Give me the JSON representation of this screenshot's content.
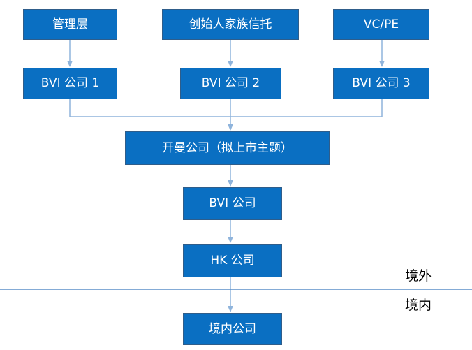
{
  "nodes": {
    "management": "管理层",
    "founder_trust": "创始人家族信托",
    "vc_pe": "VC/PE",
    "bvi_1": "BVI 公司 1",
    "bvi_2": "BVI 公司 2",
    "bvi_3": "BVI 公司 3",
    "cayman": "开曼公司（拟上市主题）",
    "bvi": "BVI 公司",
    "hk": "HK 公司",
    "domestic": "境内公司"
  },
  "zones": {
    "offshore": "境外",
    "onshore": "境内"
  },
  "colors": {
    "box_fill": "#0a6fc2",
    "box_border": "#2f5d8a",
    "connector": "#8fb4dc",
    "boundary_line": "#5b8fc9"
  }
}
